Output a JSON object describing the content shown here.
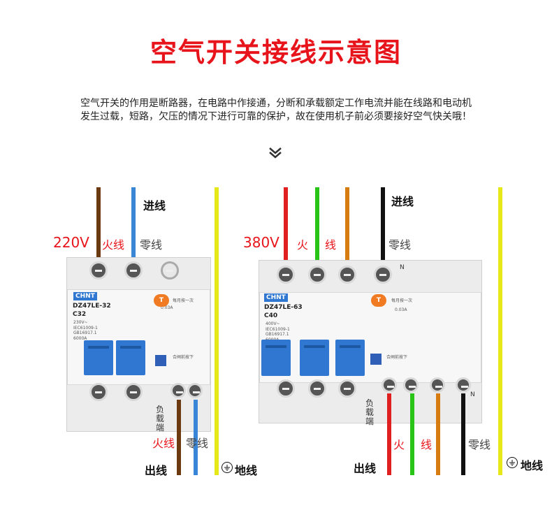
{
  "title": "空气开关接线示意图",
  "intro": {
    "line1": "空气开关的作用是断路器，在电路中作接通，分断和承载额定工作电流并能在线路和电动机",
    "line2": "发生过载，短路，欠压的情况下进行可靠的保护，故在使用机子前必须要接好空气快关哦！"
  },
  "left_diagram": {
    "voltage": "220V",
    "incoming": "进线",
    "live": "火线",
    "neutral": "零线",
    "outgoing": "出线",
    "out_live": "火线",
    "out_neutral": "零线",
    "ground": "地线",
    "load_end": "负载端",
    "breaker": {
      "brand": "CHNT",
      "model": "DZ47LE-32",
      "rating": "C32",
      "spec_voltage": "230V~",
      "spec_std": "IEC61009-1",
      "spec_gb": "GB16917.1",
      "spec_cap": "6000A",
      "leak": "0.03A",
      "test_label": "每月按一次",
      "push_label": "合闸前按下"
    },
    "wire_colors": {
      "live": "#6b3a10",
      "neutral": "#3a86d6",
      "ground": "#e6e81a"
    }
  },
  "right_diagram": {
    "voltage": "380V",
    "incoming": "进线",
    "live_left": "火",
    "live_right": "线",
    "neutral": "零线",
    "outgoing": "出线",
    "out_live_left": "火",
    "out_live_right": "线",
    "out_neutral": "零线",
    "ground": "地线",
    "load_end": "负载端",
    "n_top": "N",
    "n_bottom": "N",
    "breaker": {
      "brand": "CHNT",
      "model": "DZ47LE-63",
      "rating": "C40",
      "spec_voltage": "400V~",
      "spec_std": "IEC61009-1",
      "spec_gb": "GB16917.1",
      "spec_cap": "6000A",
      "leak": "0.03A",
      "test_label": "每月按一次",
      "push_label": "合闸前按下"
    },
    "wire_colors": {
      "phase_red": "#e02020",
      "phase_green": "#28c418",
      "phase_orange": "#d67c10",
      "neutral": "#111111",
      "ground": "#e6e81a"
    }
  }
}
